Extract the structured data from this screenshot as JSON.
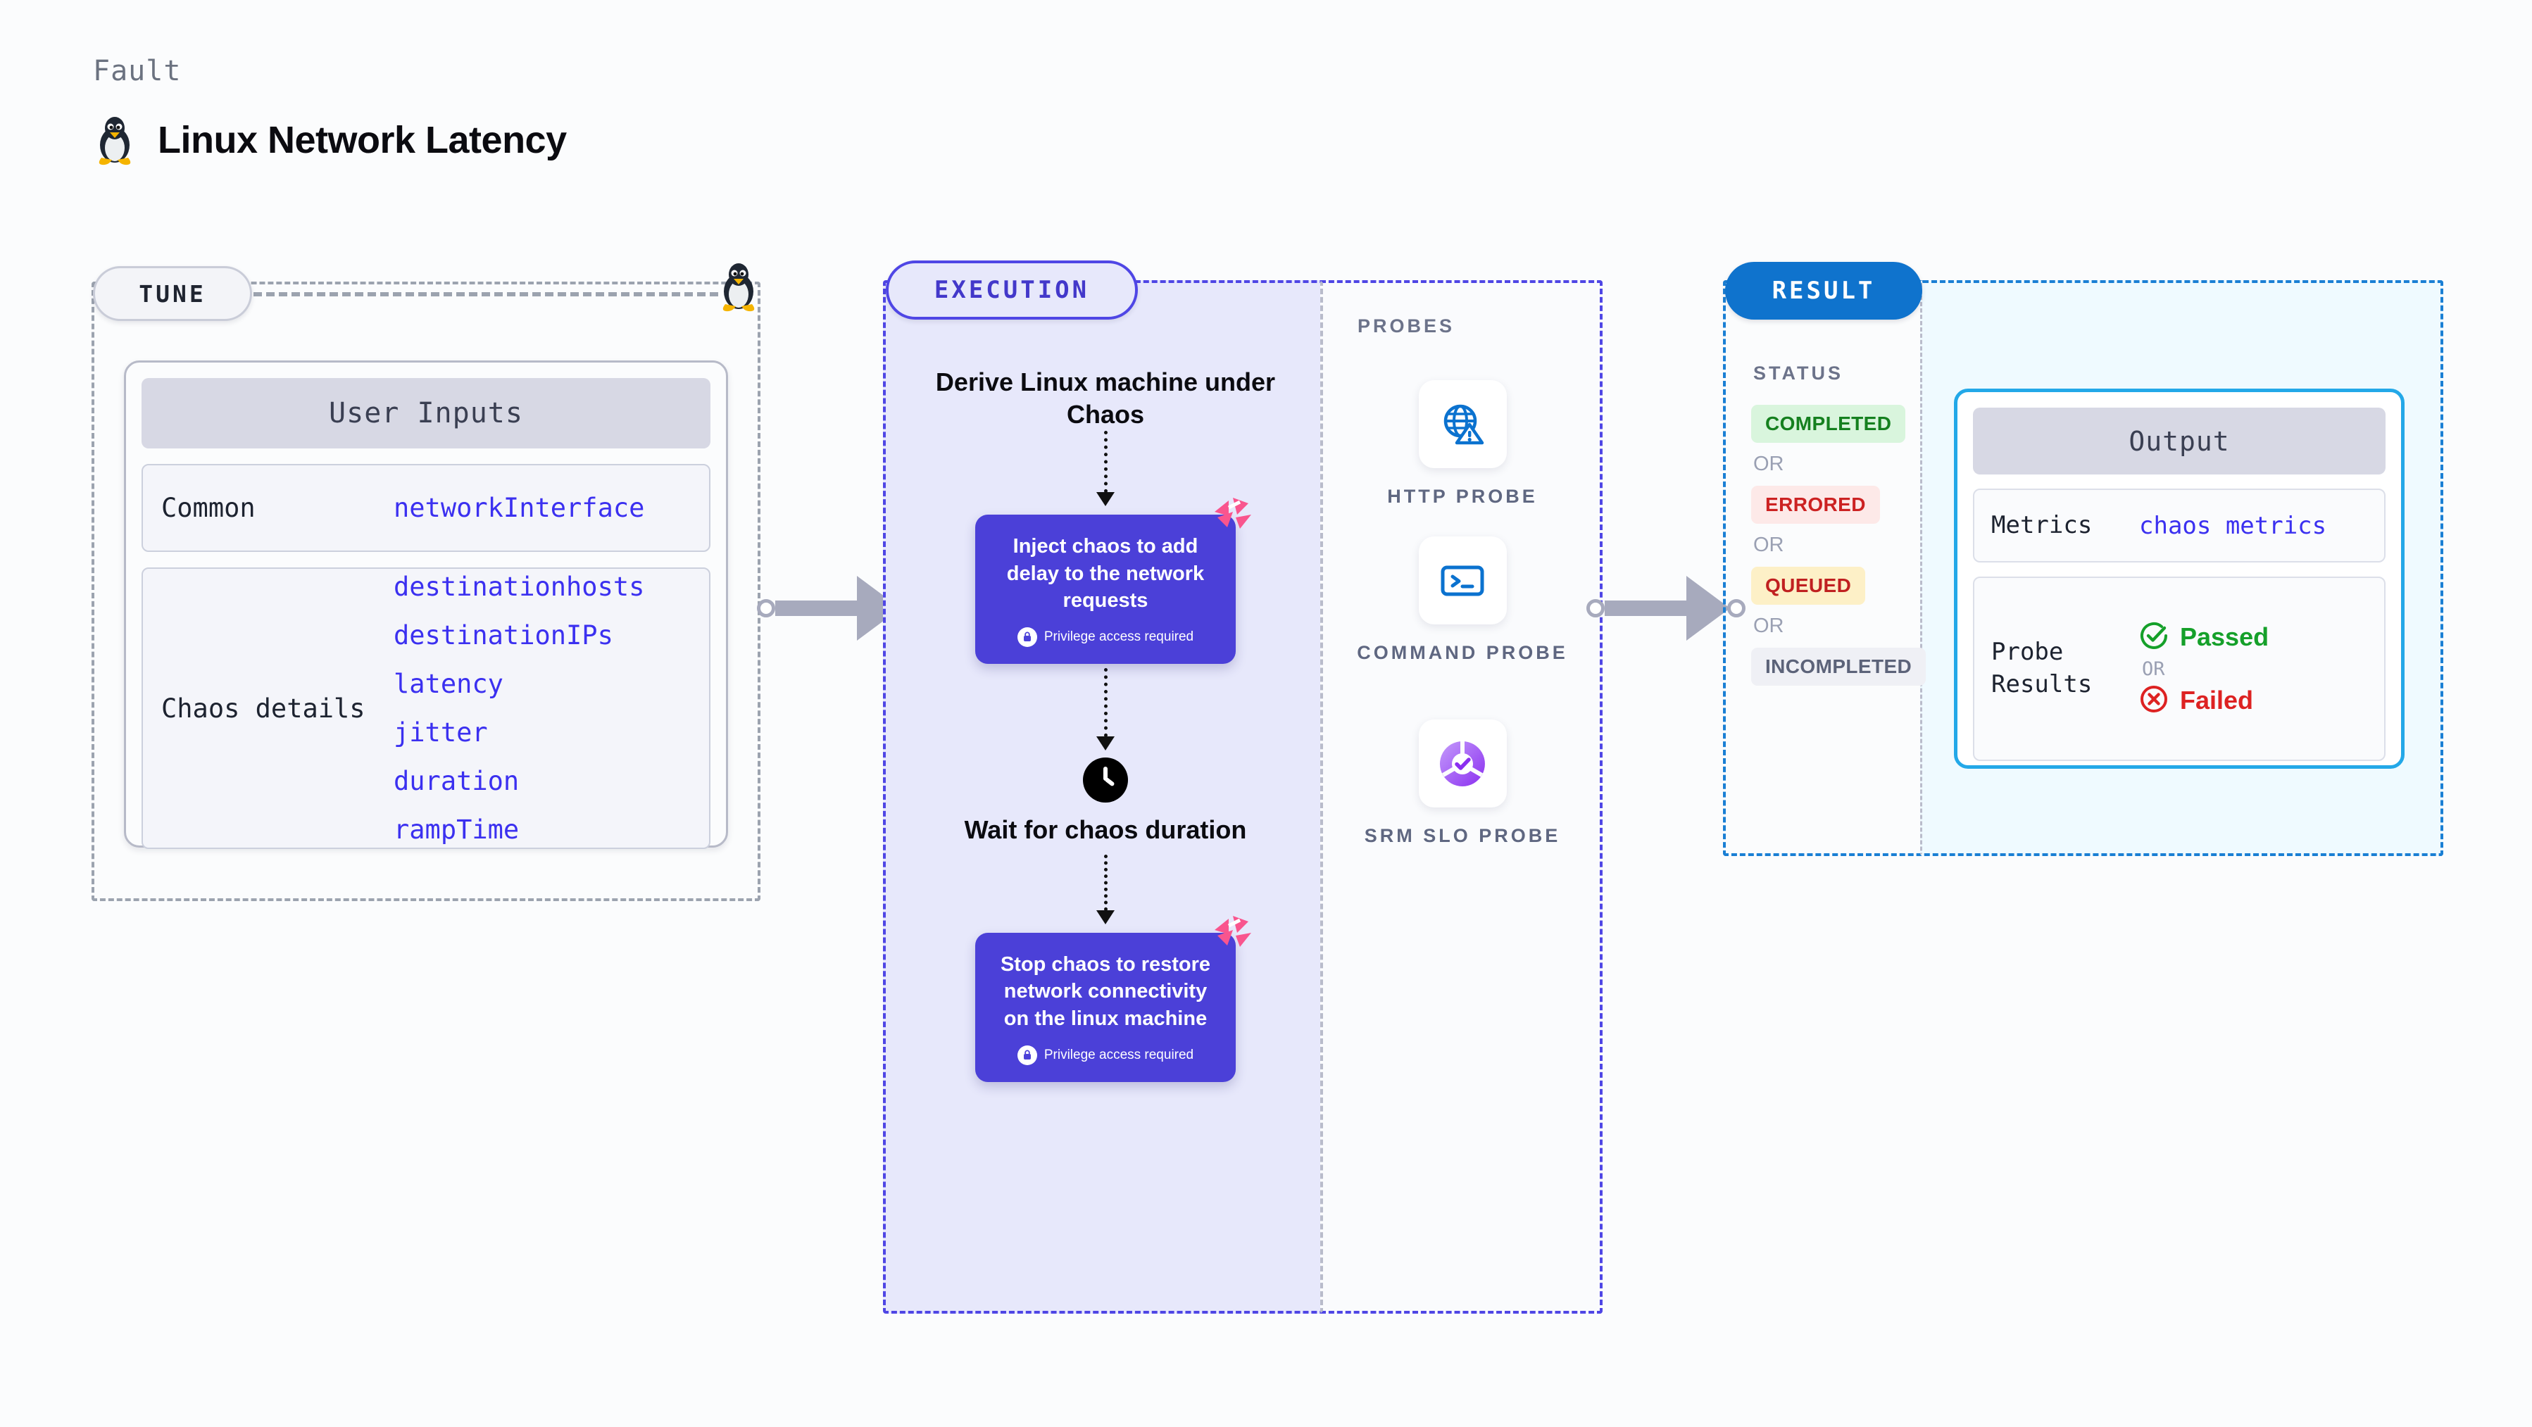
{
  "header": {
    "kicker": "Fault",
    "title": "Linux Network Latency",
    "icon": "linux-penguin-icon"
  },
  "tune": {
    "stage_label": "TUNE",
    "card_title": "User Inputs",
    "rows": [
      {
        "label": "Common",
        "values": [
          "networkInterface"
        ]
      },
      {
        "label": "Chaos details",
        "values": [
          "destinationhosts",
          "destinationIPs",
          "latency",
          "jitter",
          "duration",
          "rampTime"
        ]
      }
    ]
  },
  "execution": {
    "stage_label": "EXECUTION",
    "steps": [
      {
        "type": "text",
        "title": "Derive Linux machine under Chaos"
      },
      {
        "type": "action",
        "title": "Inject chaos to add delay to the network requests",
        "note": "Privilege access required",
        "badge": "harness-logo-icon"
      },
      {
        "type": "wait",
        "icon": "clock-icon",
        "title": "Wait for chaos duration"
      },
      {
        "type": "action",
        "title": "Stop chaos to restore network connectivity on the linux machine",
        "note": "Privilege access required",
        "badge": "harness-logo-icon"
      }
    ]
  },
  "probes": {
    "section_label": "PROBES",
    "items": [
      {
        "name": "HTTP PROBE",
        "icon": "globe-warning-icon"
      },
      {
        "name": "COMMAND PROBE",
        "icon": "terminal-icon"
      },
      {
        "name": "SRM SLO PROBE",
        "icon": "slo-donut-check-icon"
      }
    ]
  },
  "result": {
    "stage_label": "RESULT",
    "status_label": "STATUS",
    "or_text": "OR",
    "statuses": [
      {
        "text": "COMPLETED",
        "style": "completed"
      },
      {
        "text": "ERRORED",
        "style": "errored"
      },
      {
        "text": "QUEUED",
        "style": "queued"
      },
      {
        "text": "INCOMPLETED",
        "style": "incomplete"
      }
    ],
    "output": {
      "title": "Output",
      "metrics_label": "Metrics",
      "metrics_value": "chaos metrics",
      "probe_results_label": "Probe Results",
      "passed_text": "Passed",
      "failed_text": "Failed",
      "or_text": "OR"
    }
  },
  "colors": {
    "accent_purple": "#4b40d8",
    "accent_blue": "#0f73cd",
    "value_blue": "#3b30f0",
    "pass_green": "#15a02a",
    "fail_red": "#dd2222",
    "harness_pink": "#f9558e"
  }
}
